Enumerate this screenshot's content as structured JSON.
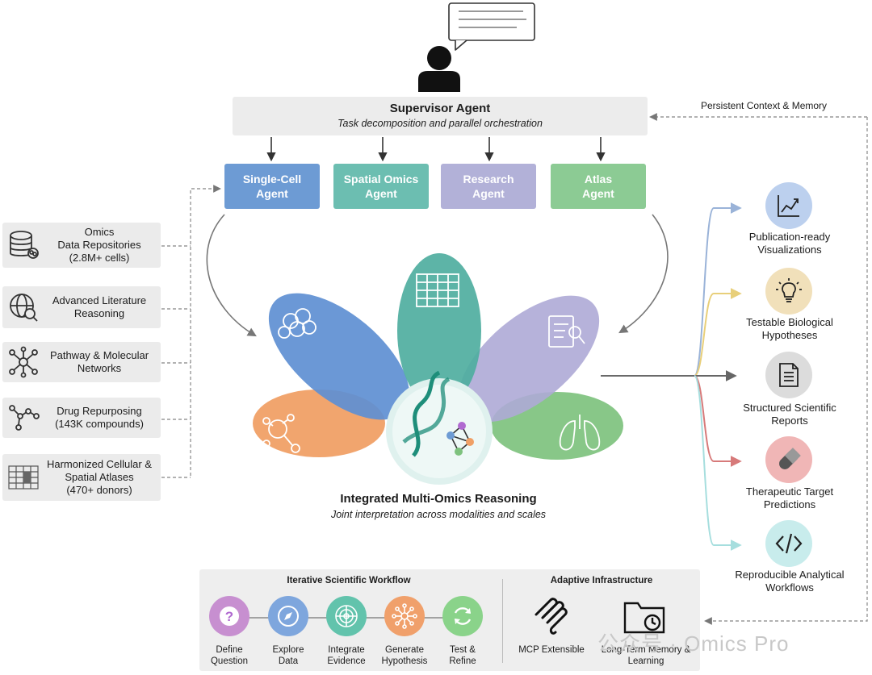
{
  "supervisor": {
    "title": "Supervisor Agent",
    "subtitle": "Task decomposition and parallel orchestration"
  },
  "persistent_label": "Persistent Context & Memory",
  "agents": [
    {
      "label": "Single-Cell\nAgent",
      "color": "#6d9bd4"
    },
    {
      "label": "Spatial Omics\nAgent",
      "color": "#6cbeb1"
    },
    {
      "label": "Research\nAgent",
      "color": "#b2b1d8"
    },
    {
      "label": "Atlas\nAgent",
      "color": "#8ccb94"
    }
  ],
  "sources": [
    {
      "label": "Omics\nData Repositories\n(2.8M+ cells)",
      "icon": "database-icon"
    },
    {
      "label": "Advanced  Literature\nReasoning",
      "icon": "globe-search-icon"
    },
    {
      "label": "Pathway & Molecular\nNetworks",
      "icon": "network-icon"
    },
    {
      "label": "Drug Repurposing\n(143K compounds)",
      "icon": "molecule-icon"
    },
    {
      "label": "Harmonized Cellular &\nSpatial Atlases\n(470+ donors)",
      "icon": "atlas-grid-icon"
    }
  ],
  "center": {
    "title": "Integrated Multi-Omics Reasoning",
    "subtitle": "Joint interpretation across modalities and scales"
  },
  "outputs": [
    {
      "label": "Publication-ready\nVisualizations",
      "icon": "line-chart-icon",
      "color": "#bcd0ee"
    },
    {
      "label": "Testable Biological\nHypotheses",
      "icon": "lightbulb-icon",
      "color": "#f1e0ba"
    },
    {
      "label": "Structured Scientific\nReports",
      "icon": "document-icon",
      "color": "#dcdcdc"
    },
    {
      "label": "Therapeutic Target\nPredictions",
      "icon": "pill-icon",
      "color": "#f0b6b6"
    },
    {
      "label": "Reproducible Analytical\nWorkflows",
      "icon": "code-icon",
      "color": "#c8ecec"
    }
  ],
  "workflow": {
    "title": "Iterative Scientific Workflow",
    "steps": [
      {
        "label": "Define\nQuestion",
        "icon": "question-icon",
        "color": "#c78fd0"
      },
      {
        "label": "Explore\nData",
        "icon": "compass-icon",
        "color": "#7ea6dd"
      },
      {
        "label": "Integrate\nEvidence",
        "icon": "target-icon",
        "color": "#62c3ac"
      },
      {
        "label": "Generate\nHypothesis",
        "icon": "hub-icon",
        "color": "#f0a06b"
      },
      {
        "label": "Test &\nRefine",
        "icon": "refresh-icon",
        "color": "#8ad38a"
      }
    ]
  },
  "infrastructure": {
    "title": "Adaptive Infrastructure",
    "items": [
      {
        "label": "MCP Extensible",
        "icon": "mcp-icon"
      },
      {
        "label": "Long-Term Memory &\nLearning",
        "icon": "folder-clock-icon"
      }
    ]
  },
  "watermark": "公众号 · Omics Pro"
}
